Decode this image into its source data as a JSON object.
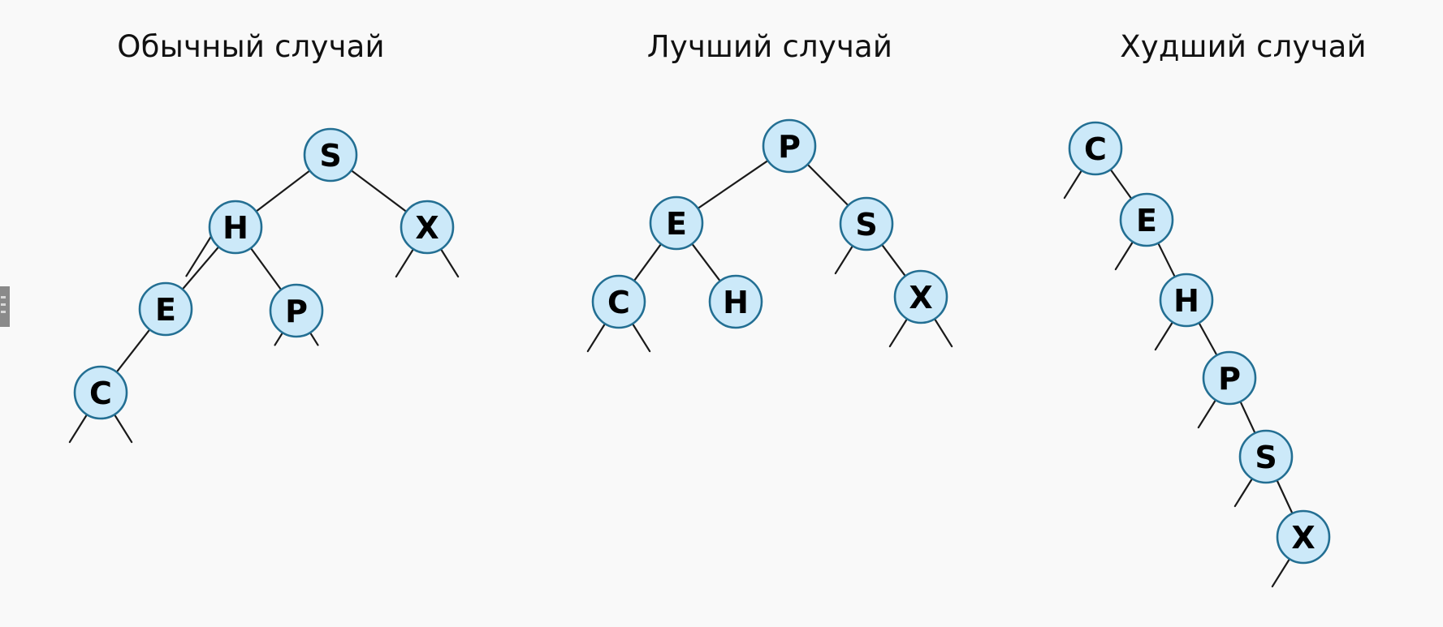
{
  "panels": [
    {
      "title": "Обычный случай",
      "nodes": [
        {
          "id": "S",
          "label": "S"
        },
        {
          "id": "H",
          "label": "H"
        },
        {
          "id": "X",
          "label": "X"
        },
        {
          "id": "E",
          "label": "E"
        },
        {
          "id": "P",
          "label": "P"
        },
        {
          "id": "C",
          "label": "C"
        }
      ],
      "edges": [
        [
          "S",
          "H"
        ],
        [
          "S",
          "X"
        ],
        [
          "H",
          "E"
        ],
        [
          "H",
          "P"
        ],
        [
          "E",
          "C"
        ]
      ]
    },
    {
      "title": "Лучший случай",
      "nodes": [
        {
          "id": "P",
          "label": "P"
        },
        {
          "id": "E",
          "label": "E"
        },
        {
          "id": "S",
          "label": "S"
        },
        {
          "id": "C",
          "label": "C"
        },
        {
          "id": "H",
          "label": "H"
        },
        {
          "id": "X",
          "label": "X"
        }
      ],
      "edges": [
        [
          "P",
          "E"
        ],
        [
          "P",
          "S"
        ],
        [
          "E",
          "C"
        ],
        [
          "E",
          "H"
        ],
        [
          "S",
          "X"
        ]
      ]
    },
    {
      "title": "Худший случай",
      "nodes": [
        {
          "id": "C",
          "label": "C"
        },
        {
          "id": "E",
          "label": "E"
        },
        {
          "id": "H",
          "label": "H"
        },
        {
          "id": "P",
          "label": "P"
        },
        {
          "id": "S",
          "label": "S"
        },
        {
          "id": "X",
          "label": "X"
        }
      ],
      "edges": [
        [
          "C",
          "E"
        ],
        [
          "E",
          "H"
        ],
        [
          "H",
          "P"
        ],
        [
          "P",
          "S"
        ],
        [
          "S",
          "X"
        ]
      ]
    }
  ],
  "colors": {
    "background": "#f9f9f9",
    "node_fill": "#cce9f9",
    "node_stroke": "#236f93",
    "edge": "#1a1a1a",
    "text": "#000000"
  }
}
